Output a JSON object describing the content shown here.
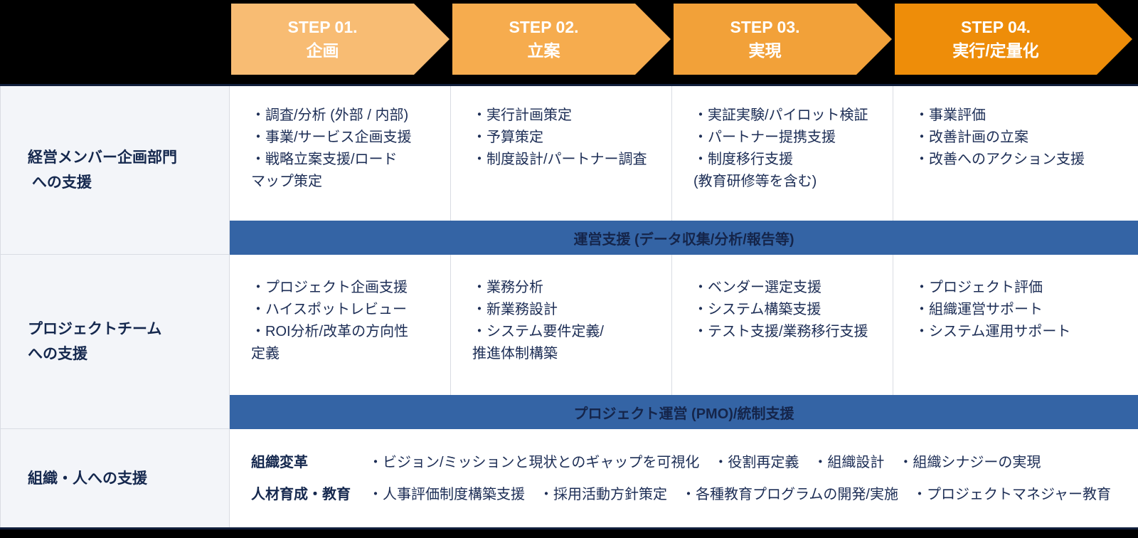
{
  "colors": {
    "background": "#000000",
    "step1_orange": "#f8bc73",
    "step2_orange": "#f6ac4e",
    "step3_orange": "#f2a139",
    "step4_orange": "#ee8d09",
    "banner_blue": "#3464a5",
    "navy_text": "#1c2d55",
    "dark_border": "#111f3c",
    "label_bg": "#f3f5f9",
    "grid_border": "#d9dce3"
  },
  "steps": [
    {
      "title": "STEP 01.",
      "subtitle": "企画"
    },
    {
      "title": "STEP 02.",
      "subtitle": "立案"
    },
    {
      "title": "STEP 03.",
      "subtitle": "実現"
    },
    {
      "title": "STEP 04.",
      "subtitle": "実行/定量化"
    }
  ],
  "rows": [
    {
      "label_lines": [
        "経営メンバー企画部門",
        " への支援"
      ],
      "cells": [
        {
          "lines": [
            "・調査/分析 (外部 / 内部)",
            "・事業/サービス企画支援",
            "・戦略立案支援/ロード",
            "マップ策定"
          ]
        },
        {
          "lines": [
            "・実行計画策定",
            "・予算策定",
            "・制度設計/パートナー調査"
          ]
        },
        {
          "lines": [
            "・実証実験/パイロット検証",
            "・パートナー提携支援",
            "・制度移行支援",
            "(教育研修等を含む)"
          ]
        },
        {
          "lines": [
            "・事業評価",
            "・改善計画の立案",
            "・改善へのアクション支援"
          ]
        }
      ],
      "banner": "運営支援 (データ収集/分析/報告等)"
    },
    {
      "label_lines": [
        "プロジェクトチーム",
        "への支援"
      ],
      "cells": [
        {
          "lines": [
            "・プロジェクト企画支援",
            "・ハイスポットレビュー",
            "・ROI分析/改革の方向性",
            "定義"
          ]
        },
        {
          "lines": [
            "・業務分析",
            "・新業務設計",
            "・システム要件定義/",
            "推進体制構築"
          ]
        },
        {
          "lines": [
            "・ベンダー選定支援",
            "・システム構築支援",
            "・テスト支援/業務移行支援"
          ]
        },
        {
          "lines": [
            "・プロジェクト評価",
            "・組織運営サポート",
            "・システム運用サポート"
          ]
        }
      ],
      "banner": "プロジェクト運営 (PMO)/統制支援"
    },
    {
      "label_lines": [
        "組織・人への支援"
      ],
      "groups": [
        {
          "heading": "組織変革",
          "items": [
            "・ビジョン/ミッションと現状とのギャップを可視化",
            "・役割再定義",
            "・組織設計",
            "・組織シナジーの実現"
          ]
        },
        {
          "heading": "人材育成・教育",
          "items": [
            "・人事評価制度構築支援",
            "・採用活動方針策定",
            "・各種教育プログラムの開発/実施",
            "・プロジェクトマネジャー教育"
          ]
        }
      ]
    }
  ]
}
